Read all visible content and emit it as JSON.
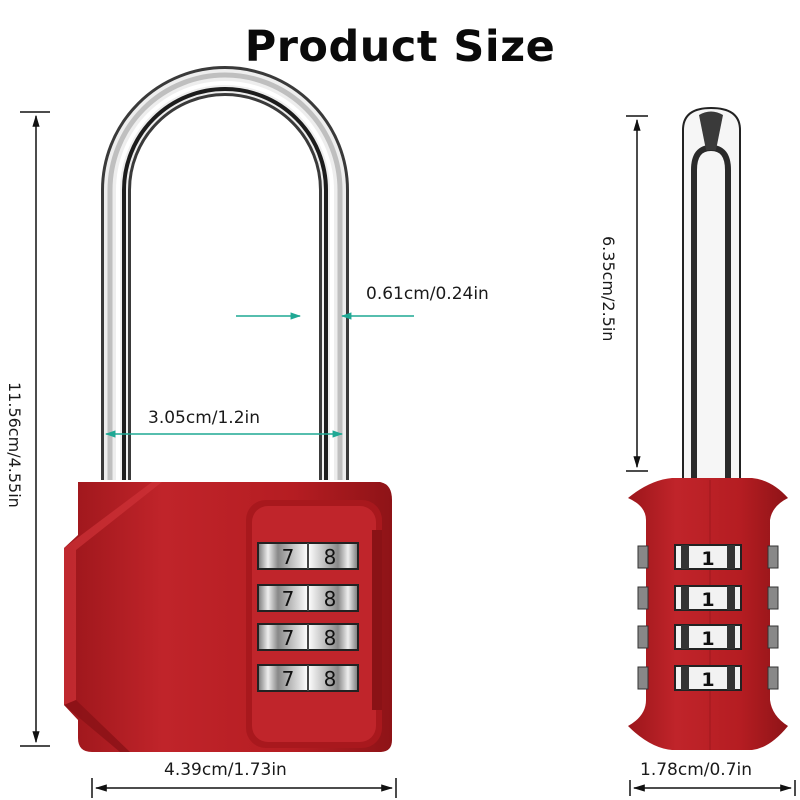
{
  "title": "Product Size",
  "colors": {
    "lock_body": "#b51d22",
    "lock_body_dark": "#8e1317",
    "lock_body_light": "#d0343a",
    "shackle": "#c9ccd0",
    "dimension_line": "#111111",
    "accent_arrow": "#1fa894"
  },
  "front_view": {
    "height_label": "11.56cm/4.55in",
    "shackle_thickness_label": "0.61cm/0.24in",
    "shackle_inner_width_label": "3.05cm/1.2in",
    "body_width_label": "4.39cm/1.73in",
    "dials": [
      {
        "digits": [
          "7",
          "8"
        ]
      },
      {
        "digits": [
          "7",
          "8"
        ]
      },
      {
        "digits": [
          "7",
          "8"
        ]
      },
      {
        "digits": [
          "7",
          "8"
        ]
      }
    ]
  },
  "side_view": {
    "shackle_height_label": "6.35cm/2.5in",
    "body_depth_label": "1.78cm/0.7in",
    "dials": [
      {
        "digit": "1"
      },
      {
        "digit": "1"
      },
      {
        "digit": "1"
      },
      {
        "digit": "1"
      }
    ]
  }
}
